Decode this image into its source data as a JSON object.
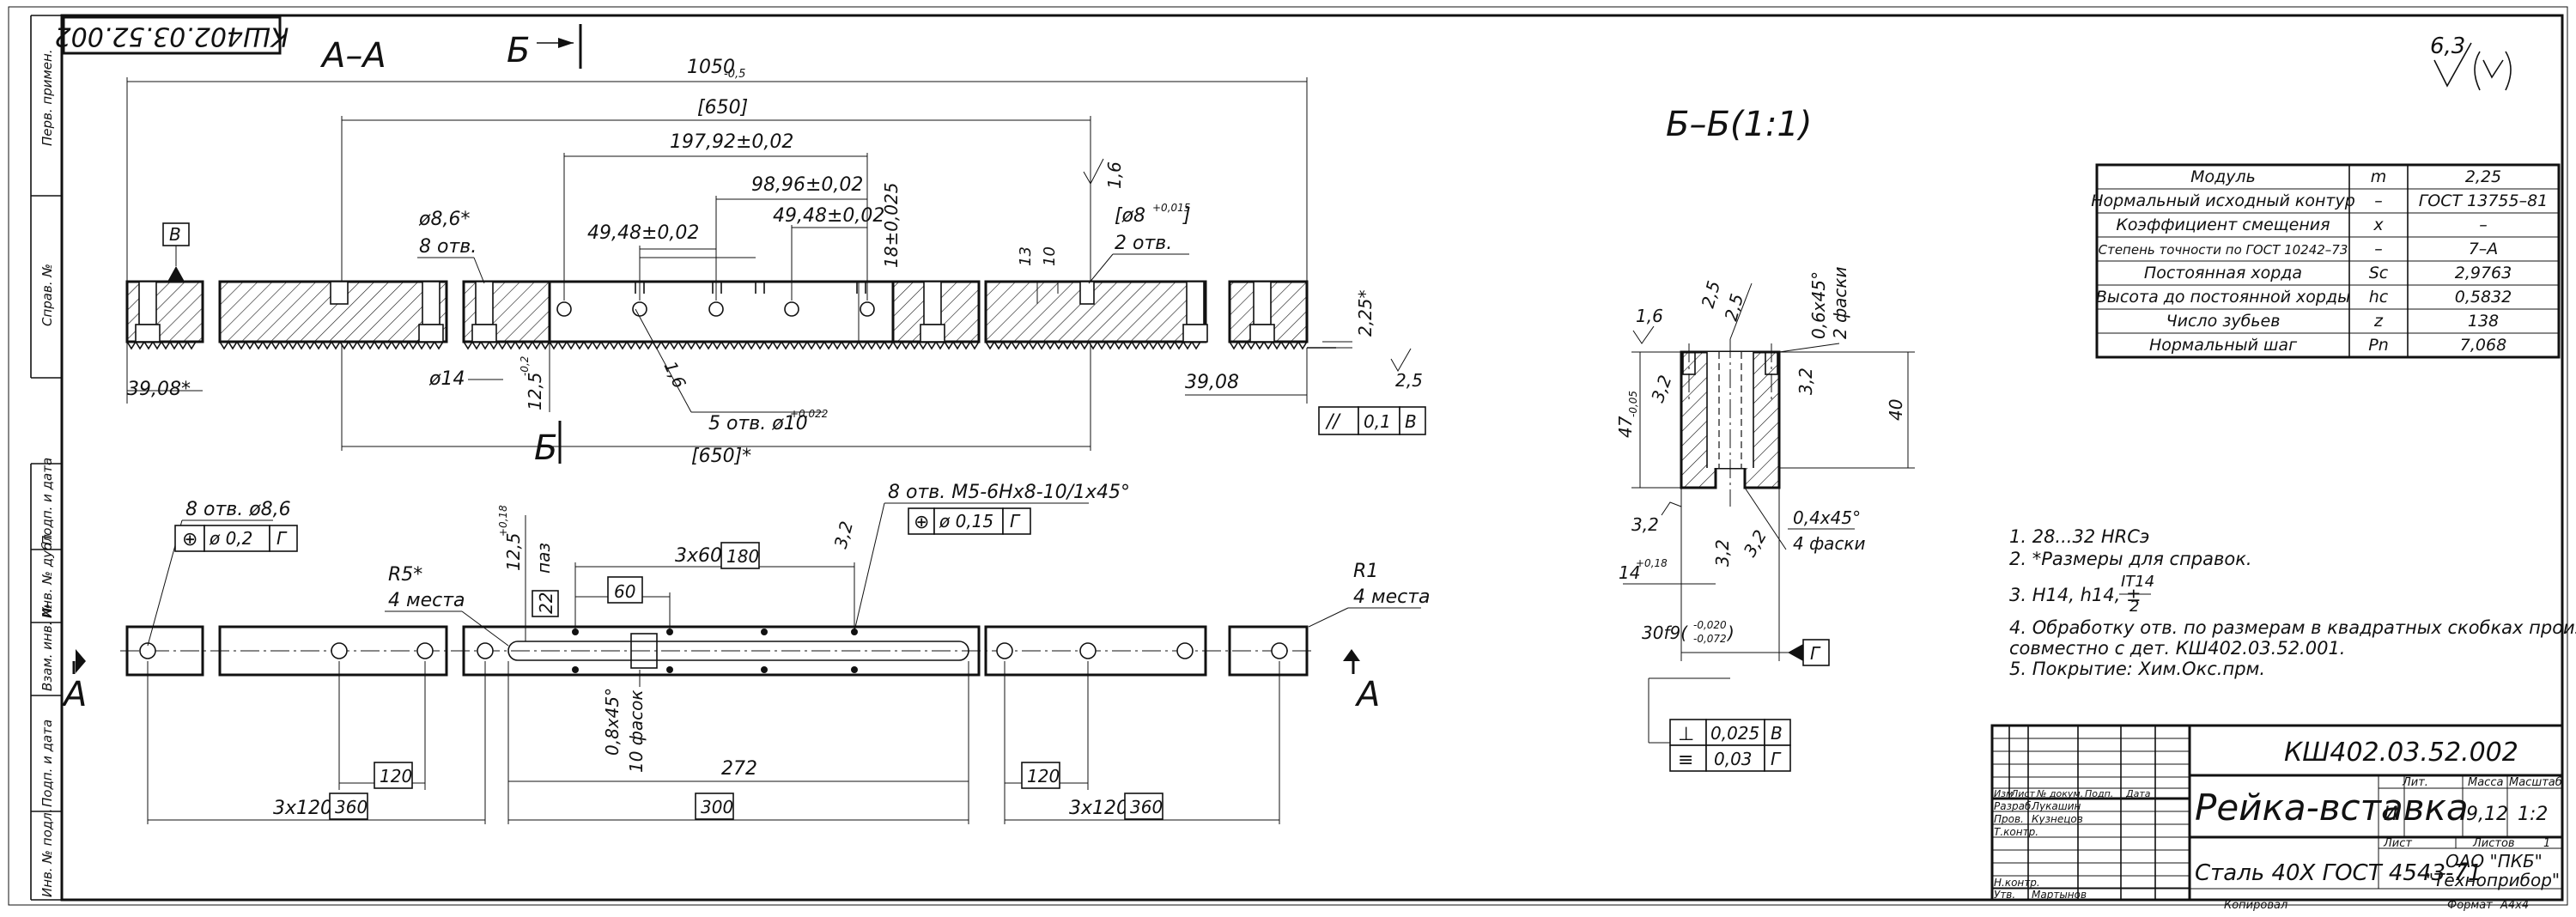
{
  "drawing_number": "КШ402.03.52.002",
  "section_aa": {
    "title": "А–А",
    "dim_total": "1050",
    "dim_total_tol": "-0,5",
    "dim_650": "[650]",
    "dim_197": "197,92±0,02",
    "dim_98": "98,96±0,02",
    "dim_49_left": "49,48±0,02",
    "dim_49_right": "49,48±0,02",
    "dim_18": "18±0,025",
    "hole_86": "ø8,6*",
    "hole_86_count": "8 отв.",
    "hole_8": "[ø8",
    "hole_8_tol": "+0,015",
    "hole_8_close": "]",
    "hole_8_count": "2 отв.",
    "rough_16": "1,6",
    "dim_13": "13",
    "dim_10": "10",
    "dim_14": "ø14",
    "dim_125": "12,5",
    "dim_125_tol": "-0,2",
    "holes_10": "5 отв. ø10",
    "holes_10_tol": "+0,022",
    "rough_16b": "1,6",
    "dim_650_star": "[650]*",
    "dim_3908_left": "39,08*",
    "dim_3908_right": "39,08",
    "dim_225": "2,25*",
    "rough_25": "2,5",
    "datum_v": "В",
    "par_sym": "//",
    "par_val": "0,1",
    "par_datum": "В",
    "cut_letter_top": "Б",
    "cut_letter_bottom": "Б"
  },
  "plan_view": {
    "holes_label": "8 отв. ø8,6",
    "pos_val": "ø 0,2",
    "pos_datum": "Г",
    "threads_label": "8 отв. М5-6Нх8-10/1х45°",
    "pos2_val": "ø 0,15",
    "pos2_datum": "Г",
    "r5": "R5*",
    "r5_count": "4 места",
    "r1": "R1",
    "r1_count": "4 места",
    "dim_125": "12,5",
    "dim_125_tol": "+0,18",
    "groove": "паз",
    "dim_22": "22",
    "dim_60": "60",
    "dim_3x60": "3х60=",
    "dim_180": "180",
    "rough_32": "3,2",
    "chamfer": "0,8х45°",
    "chamfer_count": "10 фасок",
    "dim_120_left": "120",
    "dim_272": "272",
    "dim_120_right": "120",
    "dim_3x120_left": "3х120=",
    "dim_360_left": "360",
    "dim_300": "300",
    "dim_3x120_right": "3х120=",
    "dim_360_right": "360",
    "cut_a_left": "А",
    "cut_a_right": "А"
  },
  "section_bb": {
    "title": "Б–Б(1:1)",
    "rough_16": "1,6",
    "rough_25a": "2,5",
    "rough_25b": "2,5",
    "chamfer_06": "0,6х45°",
    "chamfer_06_count": "2 фаски",
    "rough_32a": "3,2",
    "rough_32b": "3,2",
    "dim_47": "47",
    "dim_47_tol": "-0,05",
    "dim_40": "40",
    "rough_32c": "3,2",
    "rough_32d": "3,2",
    "rough_32e": "3,2",
    "chamfer_04": "0,4х45°",
    "chamfer_04_count": "4 фаски",
    "dim_14": "14",
    "dim_14_tol": "+0,18",
    "dim_30": "30f9(",
    "dim_30_tol_up": "-0,020",
    "dim_30_tol_low": "-0,072",
    "dim_30_close": ")",
    "datum_g": "Г",
    "perp_val": "0,025",
    "perp_datum": "В",
    "sym_val": "0,03",
    "sym_datum": "Г"
  },
  "roughness_general": {
    "value": "6,3"
  },
  "gear_table": [
    [
      "Модуль",
      "m",
      "2,25"
    ],
    [
      "Нормальный исходный контур",
      "–",
      "ГОСТ 13755–81"
    ],
    [
      "Коэффициент смещения",
      "x",
      "–"
    ],
    [
      "Степень точности по ГОСТ 10242–73",
      "–",
      "7–А"
    ],
    [
      "Постоянная хорда",
      "Sc",
      "2,9763"
    ],
    [
      "Высота до постоянной хорды",
      "hc",
      "0,5832"
    ],
    [
      "Число зубьев",
      "z",
      "138"
    ],
    [
      "Нормальный шаг",
      "Pn",
      "7,068"
    ]
  ],
  "notes": {
    "n1": "1. 28...32 HRCэ",
    "n2": "2. *Размеры для справок.",
    "n3": "3. H14, h14, ±",
    "n3_num": "IT14",
    "n3_den": "2",
    "n4a": "4. Обработку отв. по размерам в квадратных скобках производить",
    "n4b": "совместно с дет. КШ402.03.52.001.",
    "n5": "5. Покрытие: Хим.Окс.прм."
  },
  "title_block": {
    "doc_number": "КШ402.03.52.002",
    "name": "Рейка-вставка",
    "material": "Сталь 40Х ГОСТ 4543-71",
    "col_izm": "Изм",
    "col_list": "Лист",
    "col_doc": "№ докум.",
    "col_sign": "Подп.",
    "col_date": "Дата",
    "role_razrab": "Разраб.",
    "role_prov": "Пров.",
    "role_tkontr": "Т.контр.",
    "role_nkontr": "Н.контр.",
    "role_utv": "Утв.",
    "name_razrab": "Лукашин",
    "name_prov": "Кузнецов",
    "name_utv": "Мартынов",
    "lit_header": "Лит.",
    "mass_header": "Масса",
    "scale_header": "Масштаб",
    "lit_value": "И",
    "mass_value": "9,12",
    "scale_value": "1:2",
    "sheet_label": "Лист",
    "sheets_label": "Листов",
    "sheets_value": "1",
    "org1": "ОАО \"ПКБ\"",
    "org2": "\"Техноприбор\"",
    "copied": "Копировал",
    "format_label": "Формат",
    "format_value": "А4х4"
  },
  "side_labels": {
    "s1": "Перв. примен.",
    "s2": "Справ. №",
    "s3": "Подп. и дата",
    "s4": "Инв. № дубл.",
    "s5": "Взам. инв. №",
    "s6": "Подп. и дата",
    "s7": "Инв. № подл."
  }
}
